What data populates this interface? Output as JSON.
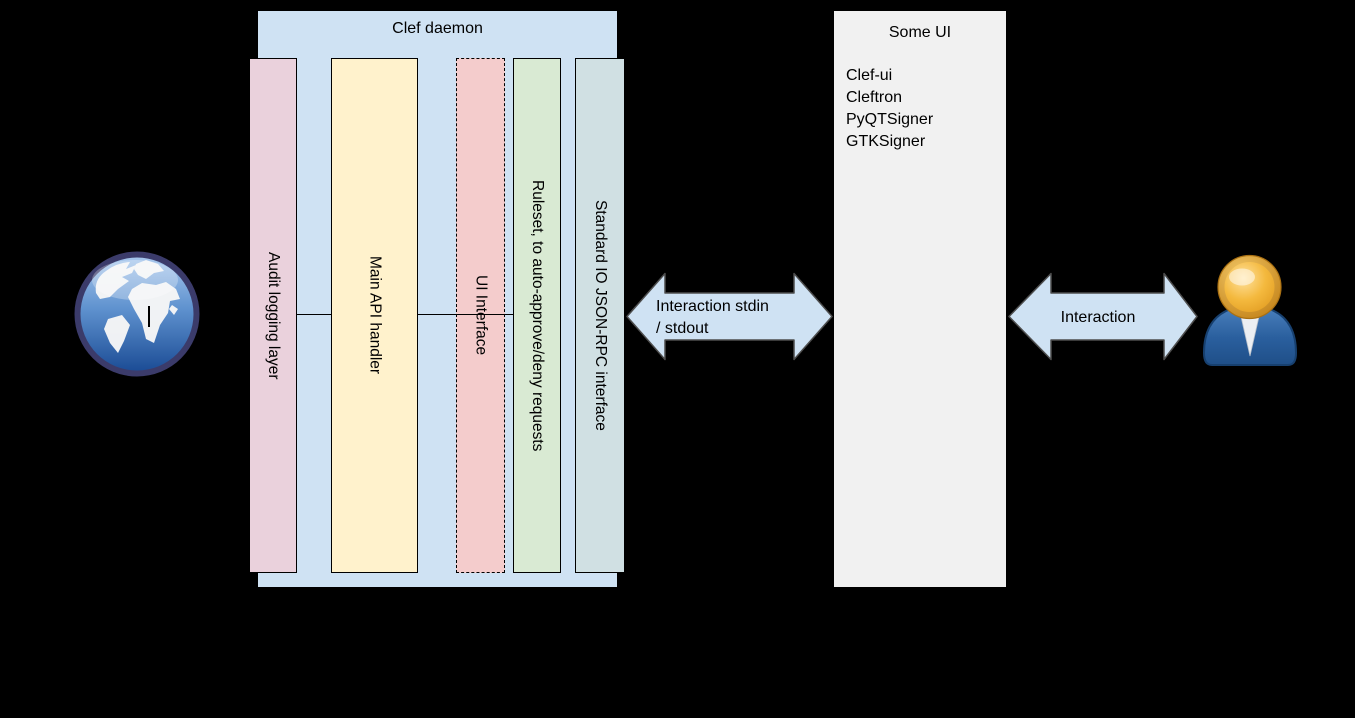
{
  "clef_daemon": {
    "title": "Clef daemon",
    "bars": [
      {
        "label": "Audit logging layer",
        "fill": "#ead1dc",
        "border": "solid"
      },
      {
        "label": "Main API handler",
        "fill": "#fff2cc",
        "border": "solid"
      },
      {
        "label": "UI Interface",
        "fill": "#f4cccc",
        "border": "dashed"
      },
      {
        "label": "Ruleset, to auto-approve/deny requests",
        "fill": "#d9ead3",
        "border": "solid"
      },
      {
        "label": "Standard IO JSON-RPC interface",
        "fill": "#d0e0e3",
        "border": "solid"
      }
    ]
  },
  "some_ui": {
    "title": "Some UI",
    "items": [
      "Clef-ui",
      "Cleftron",
      "PyQTSigner",
      "GTKSigner"
    ]
  },
  "arrows": {
    "stdio": {
      "line1": "Interaction stdin",
      "line2": "/ stdout"
    },
    "user_interaction": {
      "label": "Interaction"
    }
  },
  "icons": {
    "left": "globe-icon",
    "right": "user-icon"
  },
  "colors": {
    "background": "#000000",
    "daemon_box": "#cfe2f3",
    "some_ui_box": "#f1f1f1",
    "arrow_fill": "#cfe2f3",
    "arrow_stroke": "#4d4d4d",
    "connector": "#000000"
  }
}
